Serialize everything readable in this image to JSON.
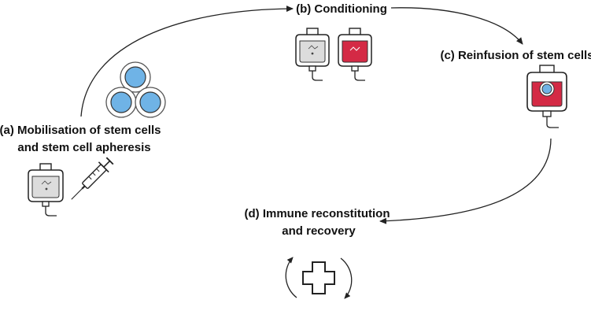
{
  "steps": {
    "a": {
      "line1": "(a) Mobilisation of stem cells",
      "line2": "and stem cell apheresis"
    },
    "b": {
      "line1": "(b) Conditioning"
    },
    "c": {
      "line1": "(c) Reinfusion of stem cells"
    },
    "d": {
      "line1": "(d) Immune reconstitution",
      "line2": "and recovery"
    }
  },
  "colors": {
    "cell_fill": "#6fb3e6",
    "blood_red": "#d42a45",
    "outline": "#222222",
    "bag_fluid": "#dcdcdc"
  },
  "icons": [
    "stem-cells-icon",
    "iv-bag-icon",
    "syringe-icon",
    "iv-bag-blood-icon",
    "iv-bag-stem-cell-icon",
    "recovery-cycle-icon"
  ]
}
